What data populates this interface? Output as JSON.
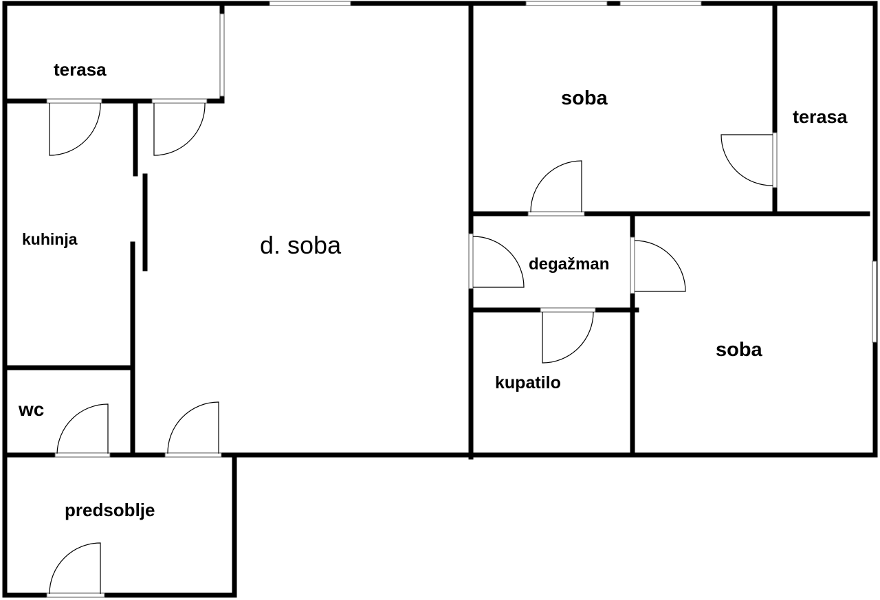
{
  "rooms": {
    "terasa_left": "terasa",
    "kuhinja": "kuhinja",
    "wc": "wc",
    "predsoblje": "predsoblje",
    "dnevna_soba": "d. soba",
    "soba_top": "soba",
    "terasa_right": "terasa",
    "degazman": "degažman",
    "kupatilo": "kupatilo",
    "soba_bottom": "soba"
  },
  "colors": {
    "wall": "#000000",
    "background": "#ffffff",
    "frame": "#555555"
  }
}
